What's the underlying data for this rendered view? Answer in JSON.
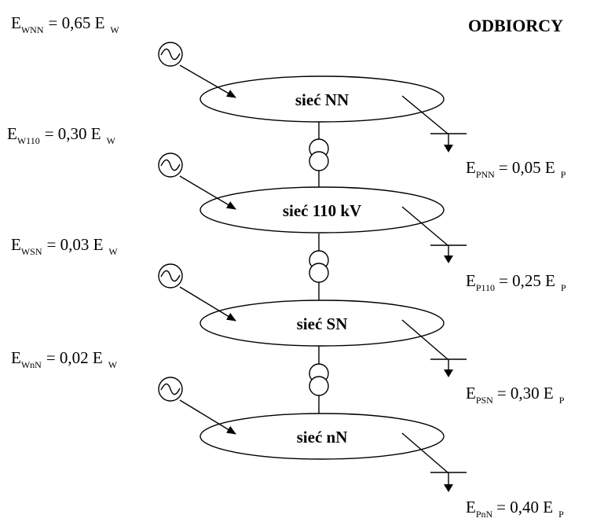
{
  "title": "ODBIORCY",
  "networks": [
    {
      "label": "sieć NN"
    },
    {
      "label": "sieć 110 kV"
    },
    {
      "label": "sieć SN"
    },
    {
      "label": "sieć nN"
    }
  ],
  "generation": [
    {
      "main": "E",
      "sub": "WNN",
      "value": "= 0,65 E",
      "tail": "W"
    },
    {
      "main": "E",
      "sub": "W110",
      "value": "= 0,30 E",
      "tail": "W"
    },
    {
      "main": "E",
      "sub": "WSN",
      "value": "= 0,03 E",
      "tail": "W"
    },
    {
      "main": "E",
      "sub": "WnN",
      "value": "= 0,02 E",
      "tail": "W"
    }
  ],
  "consumption": [
    {
      "main": "E",
      "sub": "PNN",
      "value": "= 0,05 E",
      "tail": "P"
    },
    {
      "main": "E",
      "sub": "P110",
      "value": "= 0,25 E",
      "tail": "P"
    },
    {
      "main": "E",
      "sub": "PSN",
      "value": "= 0,30 E",
      "tail": "P"
    },
    {
      "main": "E",
      "sub": "PnN",
      "value": "= 0,40 E",
      "tail": "P"
    }
  ]
}
